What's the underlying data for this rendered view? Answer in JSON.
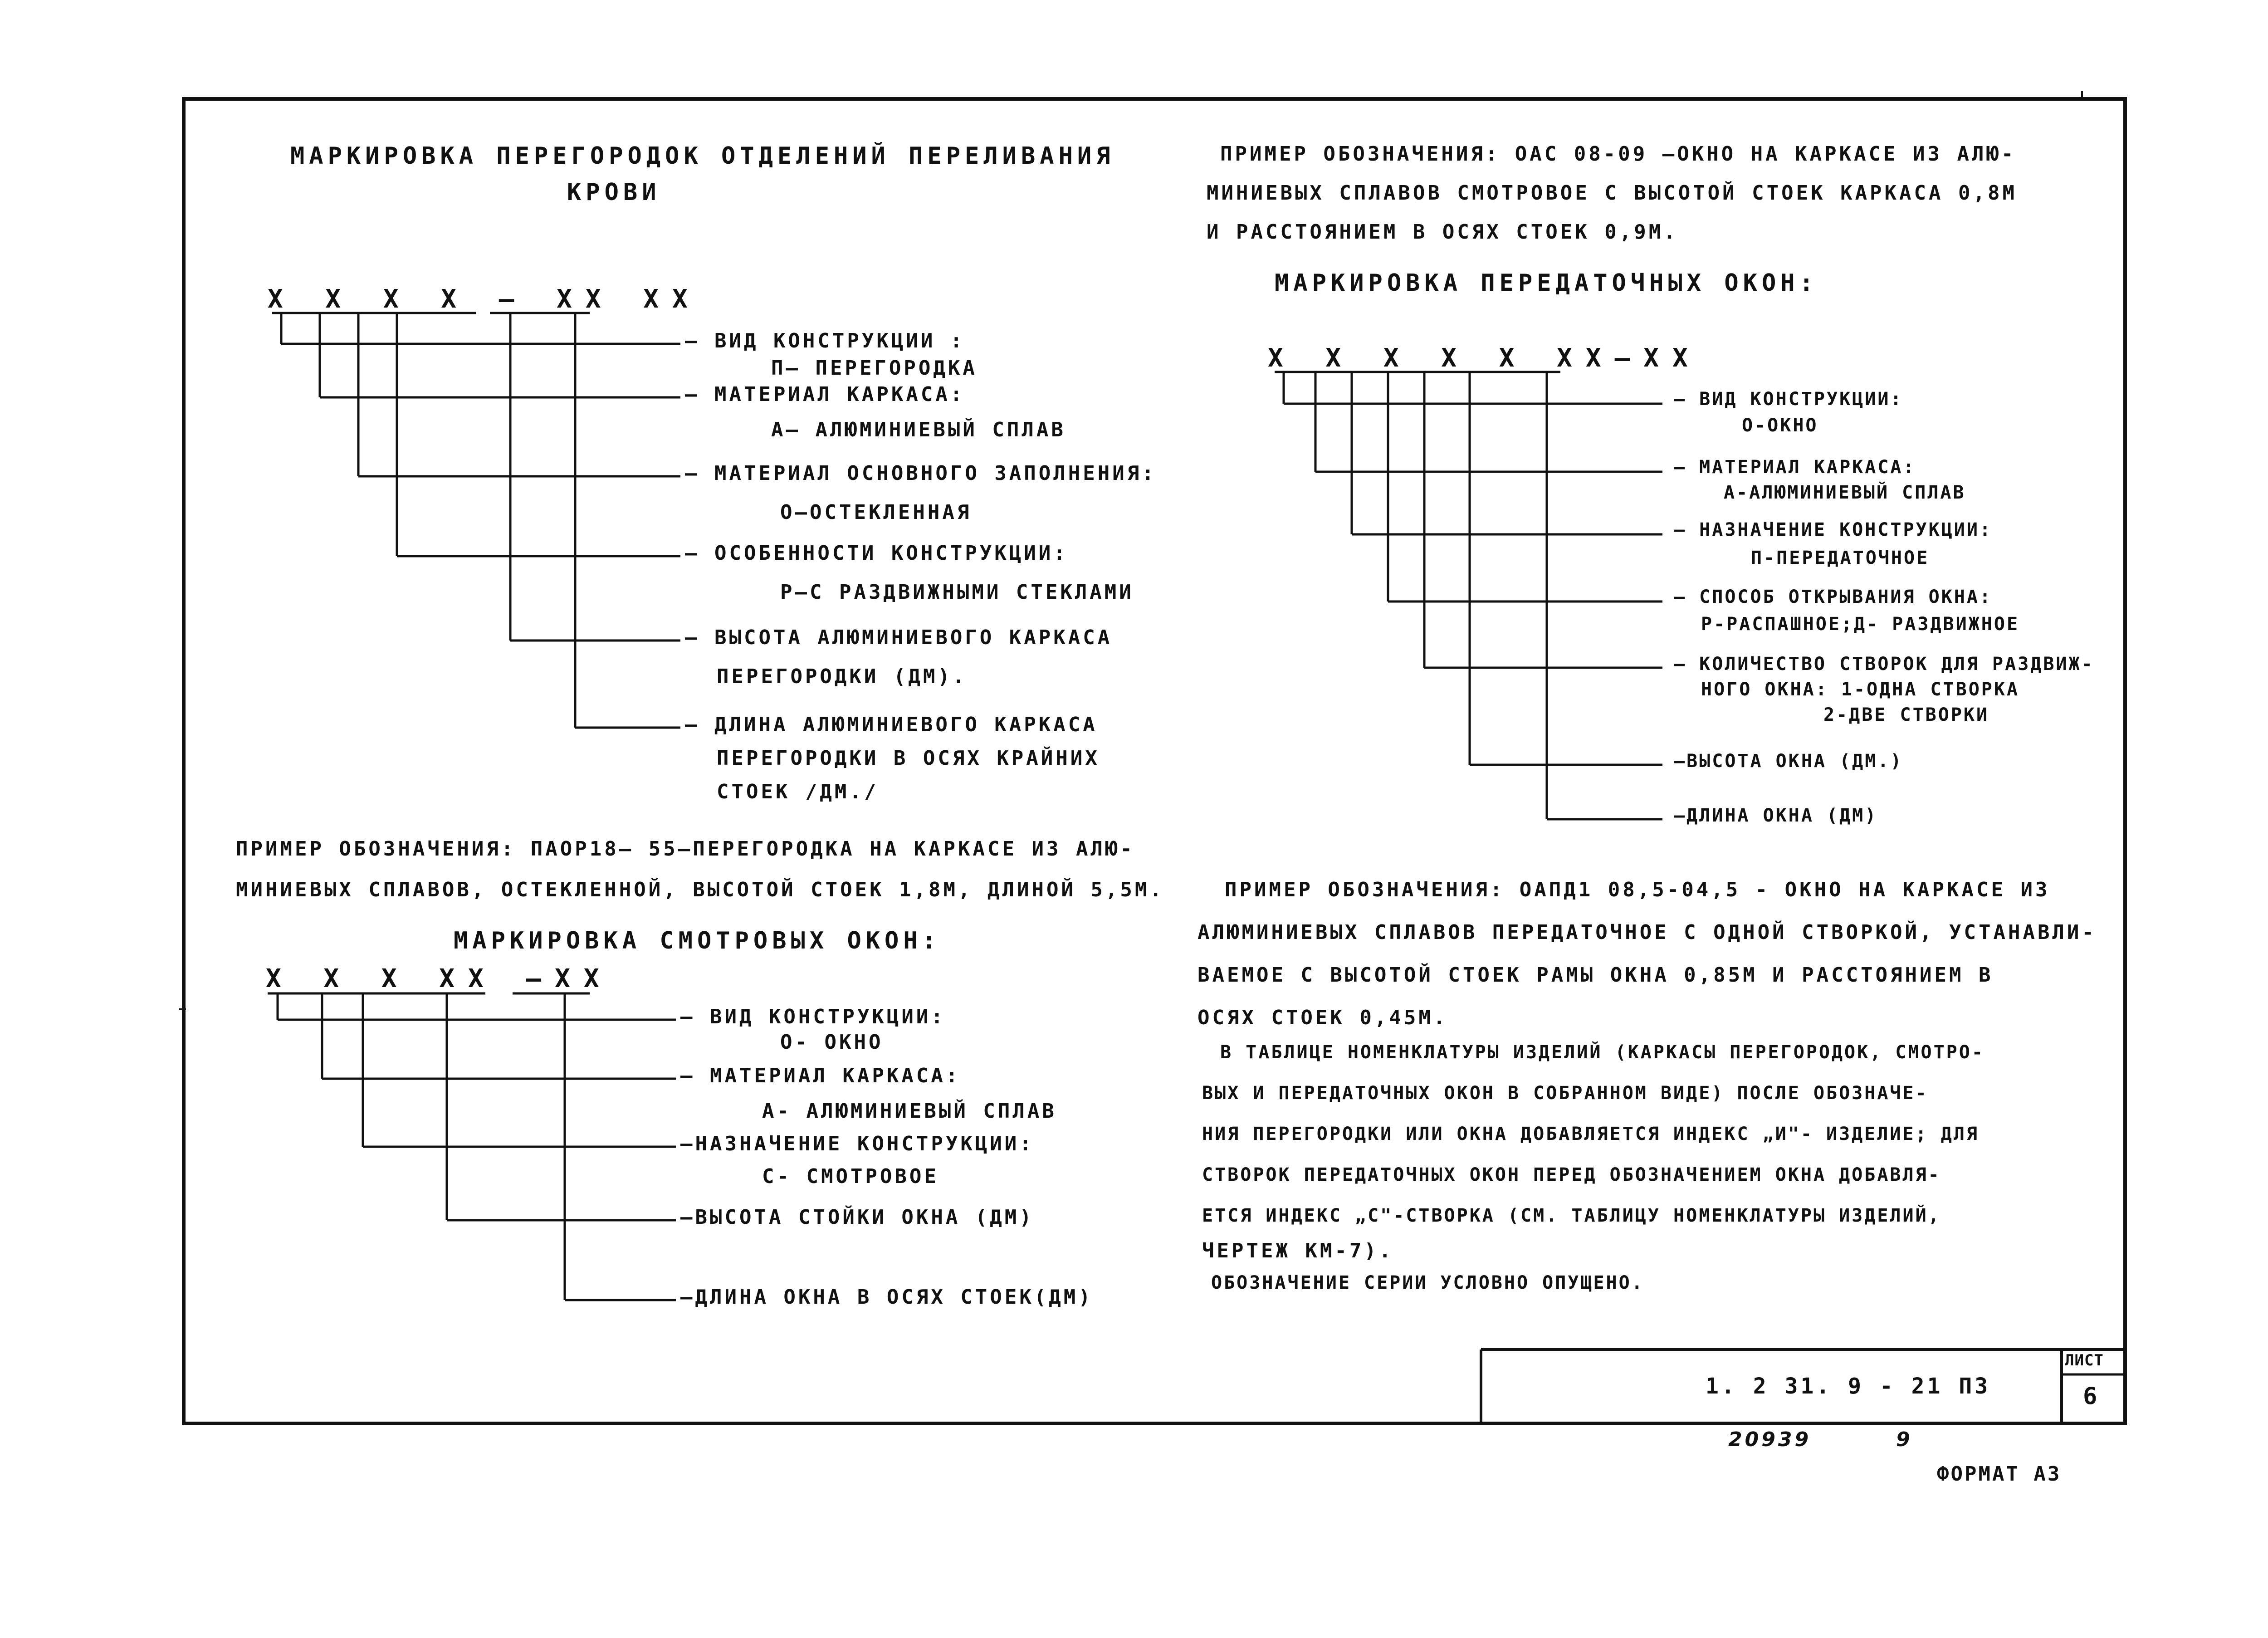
{
  "left": {
    "partition_title_1": "МАРКИРОВКА ПЕРЕГОРОДОК ОТДЕЛЕНИЙ ПЕРЕЛИВАНИЯ",
    "partition_title_2": "КРОВИ",
    "partition_pattern": "X X X X — XX XX",
    "partition_items": [
      {
        "label": "— ВИД КОНСТРУКЦИИ :",
        "value": "П— ПЕРЕГОРОДКА"
      },
      {
        "label": "— МАТЕРИАЛ КАРКАСА:",
        "value": "А— АЛЮМИНИЕВЫЙ СПЛАВ"
      },
      {
        "label": "— МАТЕРИАЛ ОСНОВНОГО ЗАПОЛНЕНИЯ:",
        "value": "О—ОСТЕКЛЕННАЯ"
      },
      {
        "label": "— ОСОБЕННОСТИ КОНСТРУКЦИИ:",
        "value": "Р—С РАЗДВИЖНЫМИ СТЕКЛАМИ"
      },
      {
        "label": "— ВЫСОТА АЛЮМИНИЕВОГО КАРКАСА",
        "value": "ПЕРЕГОРОДКИ (ДМ)."
      },
      {
        "label": "— ДЛИНА АЛЮМИНИЕВОГО КАРКАСА",
        "value": "ПЕРЕГОРОДКИ В ОСЯХ КРАЙНИХ",
        "value2": "СТОЕК /ДМ./"
      }
    ],
    "partition_example_1": "ПРИМЕР ОБОЗНАЧЕНИЯ: ПАОР18— 55—ПЕРЕГОРОДКА НА КАРКАСЕ ИЗ АЛЮ-",
    "partition_example_2": "МИНИЕВЫХ СПЛАВОВ, ОСТЕКЛЕННОЙ, ВЫСОТОЙ СТОЕК 1,8М, ДЛИНОЙ 5,5М.",
    "view_title": "МАРКИРОВКА СМОТРОВЫХ ОКОН:",
    "view_pattern": "X X X XX —XX",
    "view_items": [
      {
        "label": "— ВИД КОНСТРУКЦИИ:",
        "value": "О- ОКНО"
      },
      {
        "label": "— МАТЕРИАЛ КАРКАСА:",
        "value": "А- АЛЮМИНИЕВЫЙ СПЛАВ"
      },
      {
        "label": "—НАЗНАЧЕНИЕ КОНСТРУКЦИИ:",
        "value": "С- СМОТРОВОЕ"
      },
      {
        "label": "—ВЫСОТА СТОЙКИ ОКНА (ДМ)",
        "value": ""
      },
      {
        "label": "—ДЛИНА ОКНА В ОСЯХ СТОЕК(ДМ)",
        "value": ""
      }
    ]
  },
  "right": {
    "view_example_1": "ПРИМЕР ОБОЗНАЧЕНИЯ: ОАС 08-09 —ОКНО НА КАРКАСЕ ИЗ АЛЮ-",
    "view_example_2": "МИНИЕВЫХ СПЛАВОВ СМОТРОВОЕ С ВЫСОТОЙ СТОЕК КАРКАСА 0,8М",
    "view_example_3": "И РАССТОЯНИЕМ В ОСЯХ СТОЕК 0,9М.",
    "transfer_title": "МАРКИРОВКА ПЕРЕДАТОЧНЫХ ОКОН:",
    "transfer_pattern": "X X X X X XX—XX",
    "transfer_items": [
      {
        "label": "— ВИД КОНСТРУКЦИИ:",
        "value": "О-ОКНО"
      },
      {
        "label": "— МАТЕРИАЛ КАРКАСА:",
        "value": "А-АЛЮМИНИЕВЫЙ СПЛАВ"
      },
      {
        "label": "— НАЗНАЧЕНИЕ КОНСТРУКЦИИ:",
        "value": "П-ПЕРЕДАТОЧНОЕ"
      },
      {
        "label": "— СПОСОБ ОТКРЫВАНИЯ ОКНА:",
        "value": "Р-РАСПАШНОЕ;Д- РАЗДВИЖНОЕ"
      },
      {
        "label": "— КОЛИЧЕСТВО СТВОРОК ДЛЯ РАЗДВИЖ-",
        "value": "НОГО ОКНА: 1-ОДНА СТВОРКА",
        "value2": "2-ДВЕ СТВОРКИ"
      },
      {
        "label": "—ВЫСОТА ОКНА (ДМ.)",
        "value": ""
      },
      {
        "label": "—ДЛИНА ОКНА (ДМ)",
        "value": ""
      }
    ],
    "transfer_example": [
      "ПРИМЕР ОБОЗНАЧЕНИЯ: ОАПД1 08,5-04,5 - ОКНО НА КАРКАСЕ ИЗ",
      "АЛЮМИНИЕВЫХ СПЛАВОВ ПЕРЕДАТОЧНОЕ С ОДНОЙ СТВОРКОЙ, УСТАНАВЛИ-",
      "ВАЕМОЕ С ВЫСОТОЙ СТОЕК РАМЫ ОКНА 0,85М И РАССТОЯНИЕМ В",
      "ОСЯХ СТОЕК 0,45М."
    ],
    "note": [
      "В ТАБЛИЦЕ НОМЕНКЛАТУРЫ ИЗДЕЛИЙ (КАРКАСЫ ПЕРЕГОРОДОК, СМОТРО-",
      "ВЫХ И ПЕРЕДАТОЧНЫХ ОКОН В СОБРАННОМ ВИДЕ) ПОСЛЕ ОБОЗНАЧЕ-",
      "НИЯ ПЕРЕГОРОДКИ ИЛИ ОКНА ДОБАВЛЯЕТСЯ ИНДЕКС „И\"- ИЗДЕЛИЕ; ДЛЯ",
      "СТВОРОК ПЕРЕДАТОЧНЫХ ОКОН ПЕРЕД ОБОЗНАЧЕНИЕМ ОКНА ДОБАВЛЯ-",
      "ЕТСЯ ИНДЕКС „С\"-СТВОРКА (СМ. ТАБЛИЦУ НОМЕНКЛАТУРЫ ИЗДЕЛИЙ,",
      "ЧЕРТЕЖ КМ-7)."
    ],
    "series_note": "ОБОЗНАЧЕНИЕ СЕРИИ УСЛОВНО ОПУЩЕНО."
  },
  "stamp": {
    "code": "1. 2 31. 9 - 21 ПЗ",
    "sheet_label": "ЛИСТ",
    "sheet_number": "6"
  },
  "footer": {
    "inventory_number": "20939",
    "inventory_suffix": "9",
    "format": "ФОРМАТ А3"
  }
}
